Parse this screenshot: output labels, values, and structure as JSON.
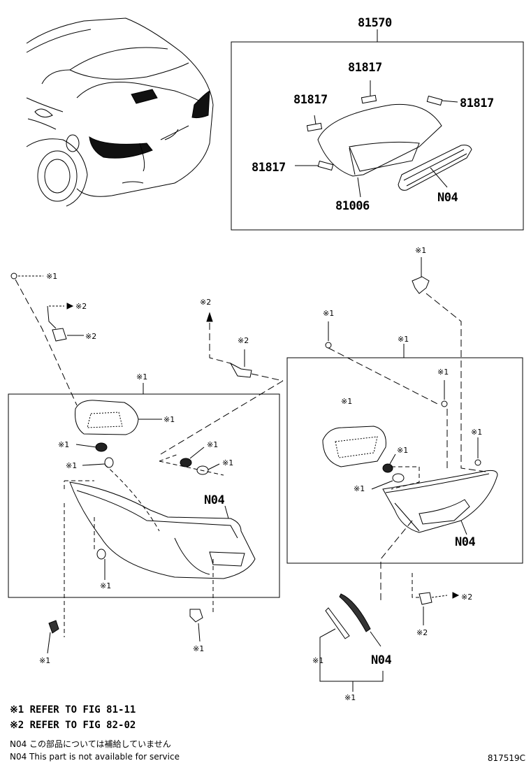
{
  "labels": {
    "assembly": "81570",
    "lens_a": "81817",
    "lens_b": "81817",
    "lens_c": "81817",
    "lens_d": "81817",
    "housing": "81006",
    "n04_a": "N04",
    "n04_b": "N04",
    "n04_c": "N04",
    "n04_d": "N04"
  },
  "refs": {
    "r1": "※1",
    "r2": "※2"
  },
  "legend": {
    "ref1": "※1 REFER TO FIG 81-11",
    "ref2": "※2 REFER TO FIG 82-02",
    "note_jp": "N04 この部品については補給していません",
    "note_en": "N04 This part is not available for service"
  },
  "figure_code": "817519C"
}
